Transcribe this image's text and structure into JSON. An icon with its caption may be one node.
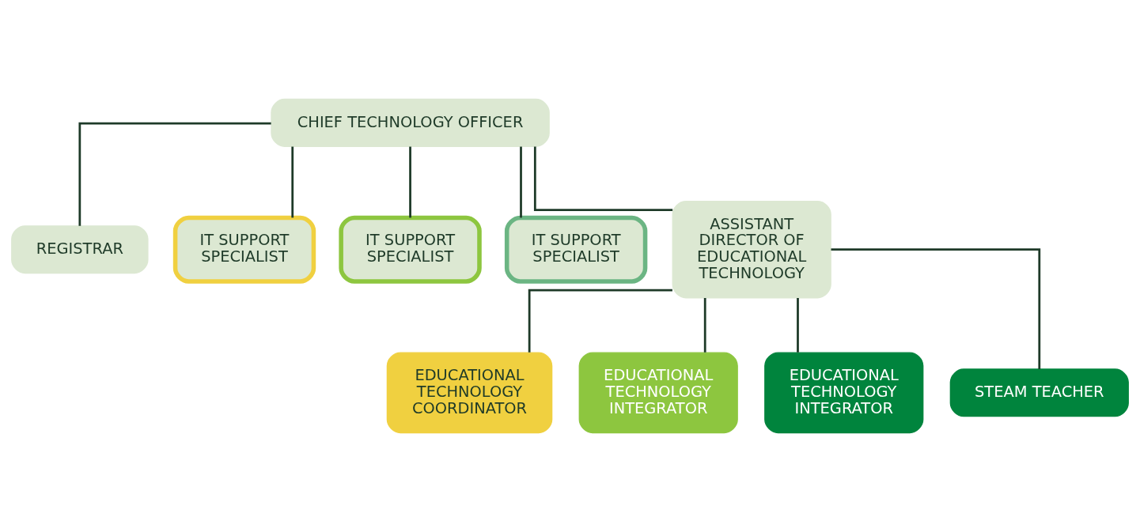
{
  "diagram": {
    "nodes": [
      {
        "text": [
          "CHIEF TECHNOLOGY OFFICER"
        ]
      },
      {
        "text": [
          "REGISTRAR"
        ]
      },
      {
        "text": [
          "IT SUPPORT SPECIALIST"
        ]
      },
      {
        "text": [
          "IT SUPPORT SPECIALIST"
        ]
      },
      {
        "text": [
          "IT SUPPORT SPECIALIST"
        ]
      },
      {
        "text": [
          "ASSISTANT DIRECTOR OF EDUCATIONAL TECHNOLOGY"
        ]
      },
      {
        "text": [
          "EDUCATIONAL TECHNOLOGY COORDINATOR"
        ]
      },
      {
        "text": [
          "EDUCATIONAL TECHNOLOGY INTEGRATOR"
        ]
      },
      {
        "text": [
          "EDUCATIONAL TECHNOLOGY INTEGRATOR"
        ]
      },
      {
        "text": [
          "STEAM TEACHER"
        ]
      }
    ],
    "edges": [
      {
        "from": 0,
        "to": 1,
        "arrow": "none"
      },
      {
        "from": 0,
        "to": 2,
        "arrow": "none"
      },
      {
        "from": 0,
        "to": 3,
        "arrow": "none"
      },
      {
        "from": 0,
        "to": 4,
        "arrow": "none"
      },
      {
        "from": 0,
        "to": 5,
        "arrow": "none"
      },
      {
        "from": 5,
        "to": 6,
        "arrow": "none"
      },
      {
        "from": 5,
        "to": 7,
        "arrow": "none"
      },
      {
        "from": 5,
        "to": 8,
        "arrow": "none"
      },
      {
        "from": 5,
        "to": 9,
        "arrow": "none"
      }
    ]
  }
}
